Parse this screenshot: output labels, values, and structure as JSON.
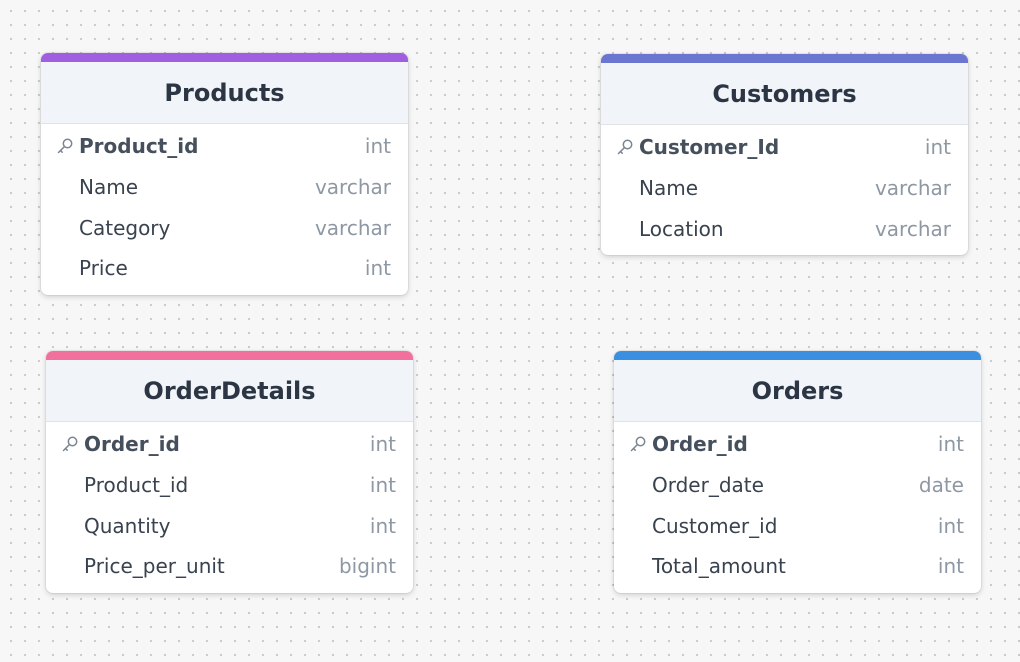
{
  "tables": [
    {
      "id": "products",
      "name": "Products",
      "color": "#9f5fe0",
      "fields": [
        {
          "name": "Product_id",
          "type": "int",
          "pk": true
        },
        {
          "name": "Name",
          "type": "varchar",
          "pk": false
        },
        {
          "name": "Category",
          "type": "varchar",
          "pk": false
        },
        {
          "name": "Price",
          "type": "int",
          "pk": false
        }
      ]
    },
    {
      "id": "customers",
      "name": "Customers",
      "color": "#6a76cf",
      "fields": [
        {
          "name": "Customer_Id",
          "type": "int",
          "pk": true
        },
        {
          "name": "Name",
          "type": "varchar",
          "pk": false
        },
        {
          "name": "Location",
          "type": "varchar",
          "pk": false
        }
      ]
    },
    {
      "id": "orderdetails",
      "name": "OrderDetails",
      "color": "#f2709c",
      "fields": [
        {
          "name": "Order_id",
          "type": "int",
          "pk": true
        },
        {
          "name": "Product_id",
          "type": "int",
          "pk": false
        },
        {
          "name": "Quantity",
          "type": "int",
          "pk": false
        },
        {
          "name": "Price_per_unit",
          "type": "bigint",
          "pk": false
        }
      ]
    },
    {
      "id": "orders",
      "name": "Orders",
      "color": "#3b8fe0",
      "fields": [
        {
          "name": "Order_id",
          "type": "int",
          "pk": true
        },
        {
          "name": "Order_date",
          "type": "date",
          "pk": false
        },
        {
          "name": "Customer_id",
          "type": "int",
          "pk": false
        },
        {
          "name": "Total_amount",
          "type": "int",
          "pk": false
        }
      ]
    }
  ]
}
